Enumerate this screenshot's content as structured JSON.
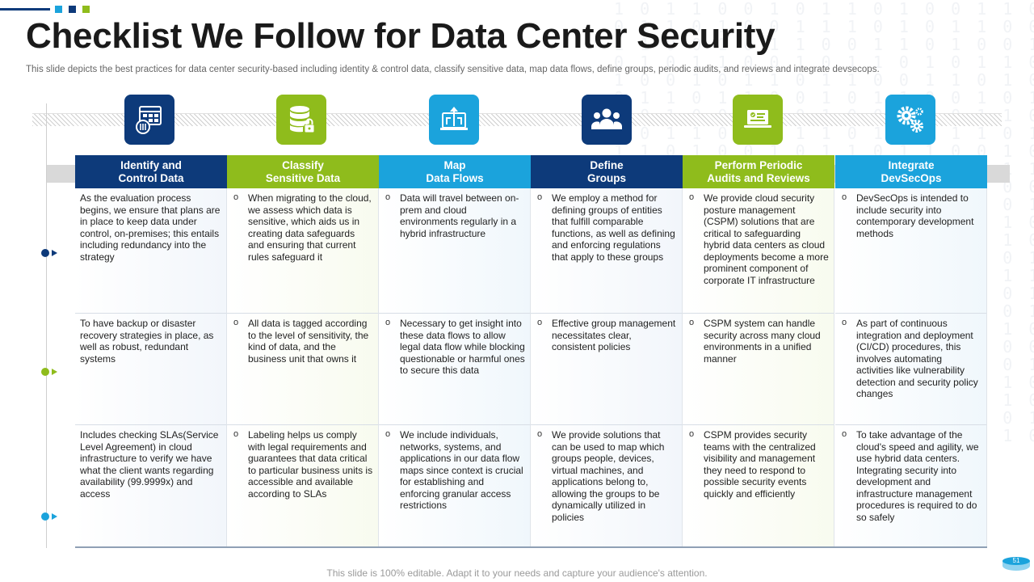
{
  "slide": {
    "title": "Checklist We Follow for Data Center Security",
    "subtitle": "This slide depicts the best practices for data center security-based including identity & control data, classify sensitive data, map data flows, define groups, periodic audits, and reviews and integrate devsecops.",
    "footer": "This slide is 100% editable. Adapt it to your needs and capture your audience's attention.",
    "page_number": "51"
  },
  "colors": {
    "navy": "#0d3a7a",
    "green": "#8fbc1c",
    "blue": "#1ba3dc"
  },
  "columns": [
    {
      "header": "Identify and\nControl Data",
      "color": "#0d3a7a",
      "icon": "data-control-icon",
      "bulleted": false,
      "cells": [
        "As the evaluation process begins, we ensure that plans are in place to keep data under control, on-premises; this entails including redundancy into the strategy",
        "To have backup or disaster recovery strategies in place, as well as robust, redundant systems",
        "Includes checking SLAs(Service Level Agreement) in cloud infrastructure to verify  we have what the client wants regarding availability (99.9999x) and access"
      ]
    },
    {
      "header": "Classify\nSensitive Data",
      "color": "#8fbc1c",
      "icon": "database-lock-icon",
      "bulleted": true,
      "cells": [
        "When migrating to the cloud, we assess which data is sensitive, which aids us in creating data safeguards and ensuring that current rules safeguard it",
        "All data is tagged according to the level of sensitivity, the kind of data, and the business unit that owns it",
        "Labeling helps us comply with legal requirements and guarantees that data critical to particular business units is accessible and available according to SLAs"
      ]
    },
    {
      "header": "Map\nData Flows",
      "color": "#1ba3dc",
      "icon": "data-flow-icon",
      "bulleted": true,
      "cells": [
        "Data will travel between on-prem and cloud environments regularly in a hybrid infrastructure",
        "Necessary to get insight into these data flows to allow legal data flow while blocking questionable or harmful ones to secure this data",
        "We include individuals, networks, systems, and applications in our data flow maps since context is crucial for establishing and enforcing granular access restrictions"
      ]
    },
    {
      "header": "Define\nGroups",
      "color": "#0d3a7a",
      "icon": "group-icon",
      "bulleted": true,
      "cells": [
        "We employ a method for defining groups of entities that fulfill comparable functions, as well as defining and enforcing regulations that apply to these groups",
        "Effective group management necessitates clear, consistent policies",
        "We provide solutions that can be used to map which groups people, devices, virtual machines, and applications belong to, allowing the groups to be dynamically utilized in policies"
      ]
    },
    {
      "header": "Perform Periodic\nAudits  and Reviews",
      "color": "#8fbc1c",
      "icon": "audit-laptop-icon",
      "bulleted": true,
      "cells": [
        "We provide cloud security posture management (CSPM) solutions that are critical to  safeguarding hybrid data centers as cloud deployments become a more prominent component of corporate IT infrastructure",
        "CSPM system can handle security across many cloud environments in a unified manner",
        "CSPM provides security teams with the centralized visibility and management they need to respond to possible security events quickly and efficiently"
      ]
    },
    {
      "header": "Integrate\nDevSecOps",
      "color": "#1ba3dc",
      "icon": "gears-icon",
      "bulleted": true,
      "cells": [
        "DevSecOps is intended to include security into contemporary development methods",
        "As part of continuous integration and deployment (CI/CD) procedures, this involves automating activities like vulnerability detection and security policy changes",
        "To take advantage of the cloud's speed and agility, we use hybrid data centers. Integrating security into development and infrastructure management procedures is required to do so safely"
      ]
    }
  ],
  "row_markers": [
    {
      "color": "#0d3a7a"
    },
    {
      "color": "#8fbc1c"
    },
    {
      "color": "#1ba3dc"
    }
  ]
}
